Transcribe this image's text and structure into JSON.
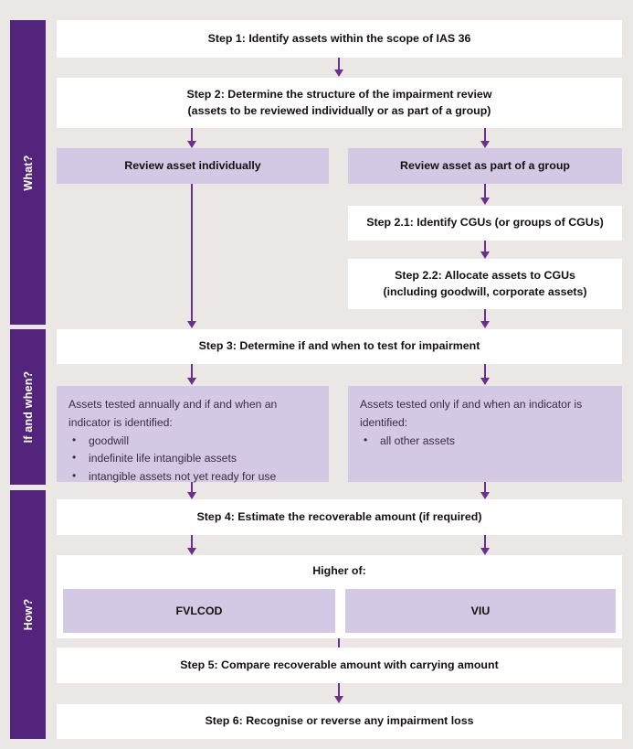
{
  "diagram": {
    "title_present": false,
    "colors": {
      "background": "#ebe7e4",
      "rail_purple": "#53247c",
      "box_white": "#ffffff",
      "box_lilac": "#d3c9e4",
      "arrow_purple": "#6b2f8f",
      "text_dark": "#14100f",
      "panel_text": "#3b2b48"
    },
    "rails": [
      {
        "label": "What?"
      },
      {
        "label": "If and when?"
      },
      {
        "label": "How?"
      }
    ],
    "nodes": {
      "step1": {
        "lines": [
          "Step 1: Identify assets within the scope of IAS 36"
        ]
      },
      "step2": {
        "lines": [
          "Step 2: Determine the structure of the impairment review",
          "(assets to be reviewed individually or as part of a group)"
        ]
      },
      "review_individually": {
        "lines": [
          "Review asset individually"
        ]
      },
      "review_group": {
        "lines": [
          "Review asset as part of a group"
        ]
      },
      "step2_1": {
        "lines": [
          "Step 2.1: Identify CGUs (or groups of CGUs)"
        ]
      },
      "step2_2": {
        "lines": [
          "Step 2.2: Allocate assets to CGUs",
          "(including goodwill, corporate assets)"
        ]
      },
      "step3": {
        "lines": [
          "Step 3: Determine if and when to test for impairment"
        ]
      },
      "panel_annual": {
        "intro": "Assets tested annually and if and when an indicator is identified:",
        "bullets": [
          "goodwill",
          "indefinite life intangible assets",
          "intangible assets not yet ready for use"
        ]
      },
      "panel_indicator": {
        "intro": "Assets tested only if and when an indicator is identified:",
        "bullets": [
          "all other assets"
        ]
      },
      "step4": {
        "lines": [
          "Step 4: Estimate the recoverable amount (if required)"
        ]
      },
      "higher_of": {
        "caption": "Higher of:",
        "left": "FVLCOD",
        "right": "VIU"
      },
      "step5": {
        "lines": [
          "Step 5: Compare recoverable amount with carrying amount"
        ]
      },
      "step6": {
        "lines": [
          "Step 6: Recognise or reverse any impairment loss"
        ]
      }
    }
  }
}
